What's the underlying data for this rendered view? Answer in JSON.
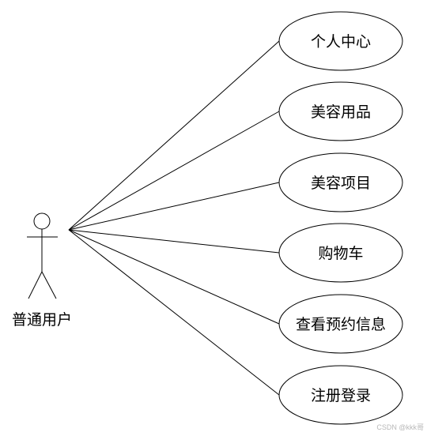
{
  "diagram": {
    "actor": {
      "label": "普通用户",
      "icon": "stick-figure-actor-icon"
    },
    "use_cases": [
      {
        "id": "personal-center",
        "label": "个人中心"
      },
      {
        "id": "beauty-products",
        "label": "美容用品"
      },
      {
        "id": "beauty-services",
        "label": "美容项目"
      },
      {
        "id": "shopping-cart",
        "label": "购物车"
      },
      {
        "id": "view-appointments",
        "label": "查看预约信息"
      },
      {
        "id": "register-login",
        "label": "注册登录"
      }
    ],
    "colors": {
      "stroke": "#000000",
      "background": "#ffffff",
      "watermark": "#b8b8b8"
    }
  },
  "watermark": {
    "text": "CSDN @kkk哥"
  }
}
